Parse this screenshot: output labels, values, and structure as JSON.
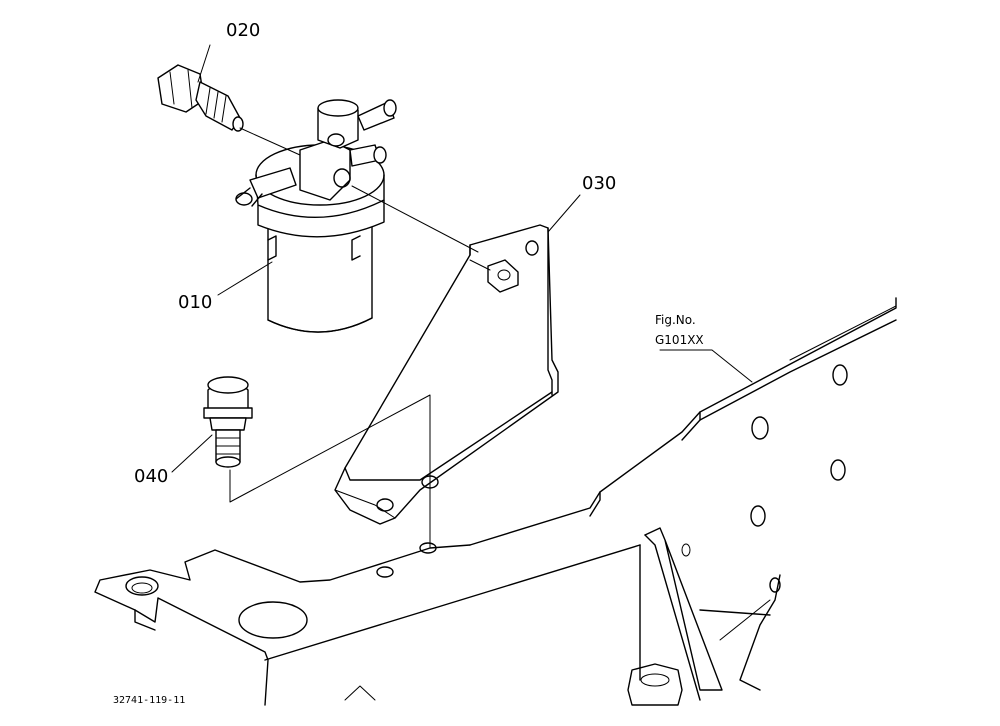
{
  "labels": {
    "part_010": "010",
    "part_020": "020",
    "part_030": "030",
    "part_040": "040",
    "fig_line1": "Fig.No.",
    "fig_line2": "G101XX",
    "drawing_number": "32741-119-11"
  },
  "colors": {
    "line": "#000000",
    "background": "#ffffff"
  }
}
